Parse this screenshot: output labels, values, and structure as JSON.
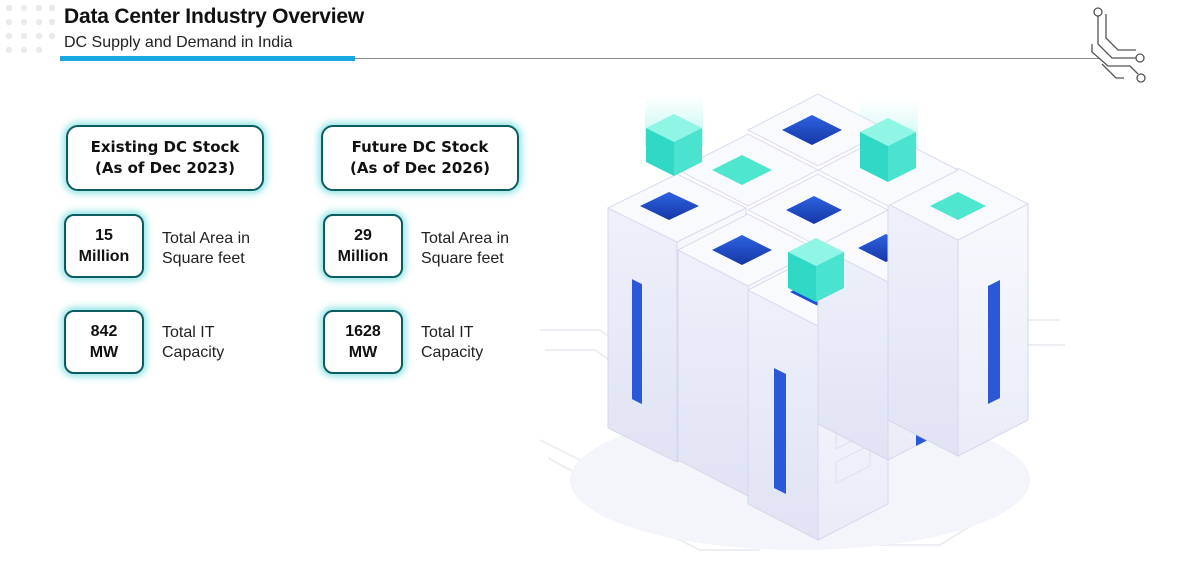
{
  "header": {
    "title": "Data Center Industry Overview",
    "subtitle": "DC Supply and Demand in India"
  },
  "existing": {
    "heading_line1": "Existing DC Stock",
    "heading_line2": "(As of Dec 2023)",
    "area_value_line1": "15",
    "area_value_line2": "Million",
    "area_label_line1": "Total Area in",
    "area_label_line2": "Square feet",
    "capacity_value_line1": "842",
    "capacity_value_line2": "MW",
    "capacity_label_line1": "Total IT",
    "capacity_label_line2": "Capacity"
  },
  "future": {
    "heading_line1": "Future DC Stock",
    "heading_line2": "(As of Dec 2026)",
    "area_value_line1": "29",
    "area_value_line2": "Million",
    "area_label_line1": "Total Area in",
    "area_label_line2": "Square feet",
    "capacity_value_line1": "1628",
    "capacity_value_line2": "MW",
    "capacity_label_line1": "Total IT",
    "capacity_label_line2": "Capacity"
  },
  "colors": {
    "accent_blue": "#1aa7e0",
    "box_border": "#0c5c63",
    "box_glow": "#40d2d2",
    "cube_teal": "#4fe6cf",
    "slot_blue": "#1e4fd1"
  },
  "icons": {
    "corner_dots": "dot-grid-icon",
    "circuit": "circuit-icon",
    "illustration": "server-racks-illustration"
  }
}
